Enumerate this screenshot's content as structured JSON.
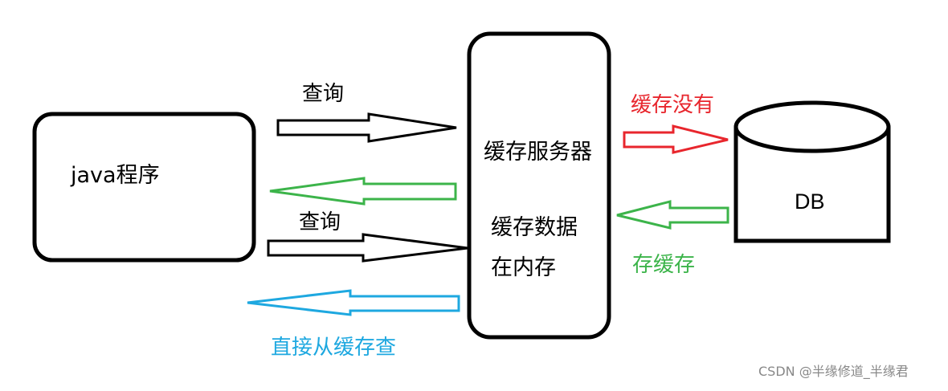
{
  "diagram": {
    "java_program_label": "java程序",
    "cache_server": {
      "title": "缓存服务器",
      "desc_line1": "缓存数据",
      "desc_line2": "在内存"
    },
    "db_label": "DB",
    "arrows": {
      "query_1": "查询",
      "query_2": "查询",
      "cache_miss": "缓存没有",
      "store_cache": "存缓存",
      "direct_from_cache": "直接从缓存查"
    },
    "colors": {
      "black": "#000000",
      "red": "#e8262d",
      "green": "#3cb44a",
      "blue": "#1ea8e0"
    }
  },
  "watermark": "CSDN @半缘修道_半缘君"
}
